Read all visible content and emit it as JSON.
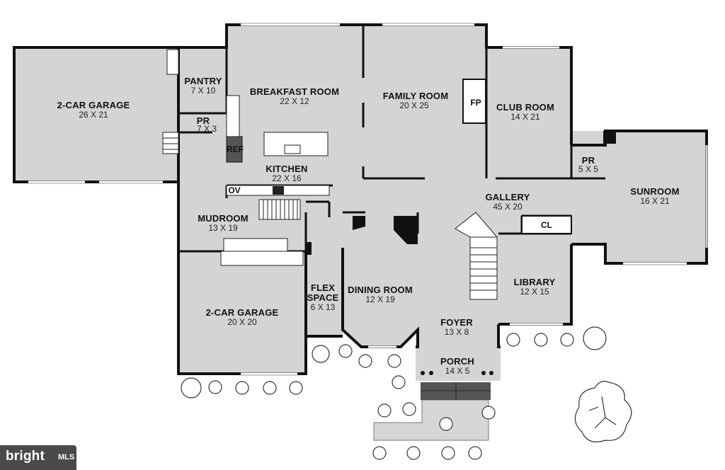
{
  "rooms": {
    "garage_left": {
      "name": "2-CAR GARAGE",
      "dim": "26 X 21"
    },
    "pantry": {
      "name": "PANTRY",
      "dim": "7 X 10"
    },
    "pr_left": {
      "name": "PR",
      "dim": "7 X 3"
    },
    "breakfast": {
      "name": "BREAKFAST ROOM",
      "dim": "22 X 12"
    },
    "family": {
      "name": "FAMILY ROOM",
      "dim": "20 X 25"
    },
    "club": {
      "name": "CLUB ROOM",
      "dim": "14 X 21"
    },
    "pr_right": {
      "name": "PR",
      "dim": "5 X 5"
    },
    "sunroom": {
      "name": "SUNROOM",
      "dim": "16 X 21"
    },
    "kitchen": {
      "name": "KITCHEN",
      "dim": "22 X 16"
    },
    "gallery": {
      "name": "GALLERY",
      "dim": "45 X 20"
    },
    "mudroom": {
      "name": "MUDROOM",
      "dim": "13 X 19"
    },
    "library": {
      "name": "LIBRARY",
      "dim": "12 X 15"
    },
    "garage_bottom": {
      "name": "2-CAR GARAGE",
      "dim": "20 X 20"
    },
    "flex": {
      "name": "FLEX",
      "name2": "SPACE",
      "dim": "6 X 13"
    },
    "dining": {
      "name": "DINING ROOM",
      "dim": "12 X 19"
    },
    "foyer": {
      "name": "FOYER",
      "dim": "13 X 8"
    },
    "porch": {
      "name": "PORCH",
      "dim": "14 X 5"
    }
  },
  "fixtures": {
    "fp": "FP",
    "ref": "REF",
    "ov": "OV",
    "cl": "CL"
  },
  "logo": {
    "text": "bright",
    "sub": "MLS"
  }
}
